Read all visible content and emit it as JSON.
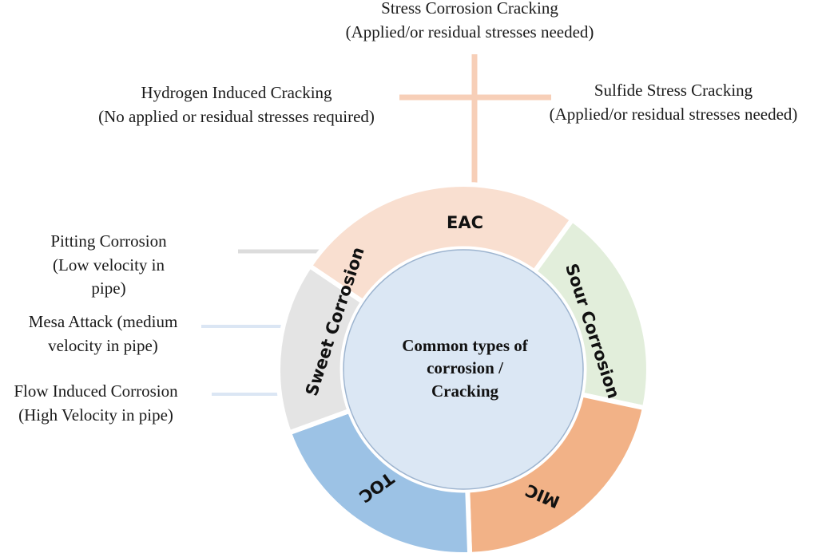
{
  "center": {
    "label_lines": [
      "Common types of",
      "corrosion /",
      "Cracking"
    ],
    "color": "#dbe7f4"
  },
  "segments": [
    {
      "key": "eac",
      "label": "EAC",
      "color": "#f9dfd0"
    },
    {
      "key": "sour",
      "label": "Sour Corrosion",
      "color": "#e2eedb"
    },
    {
      "key": "mic",
      "label": "MIC",
      "color": "#f2b287"
    },
    {
      "key": "toc",
      "label": "TOC",
      "color": "#9cc2e5"
    },
    {
      "key": "sweet",
      "label": "Sweet Corrosion",
      "color": "#e4e4e4"
    }
  ],
  "connector_colors": {
    "eac": "#f7cfb8",
    "sweet_gray": "#dcdcdc",
    "sweet_blue": "#dbe6f4"
  },
  "eac_branches": {
    "stress_corrosion": {
      "title": "Stress Corrosion Cracking",
      "note": "(Applied/or residual stresses needed)"
    },
    "hydrogen_induced": {
      "title": "Hydrogen Induced Cracking",
      "note": "(No applied or residual stresses required)"
    },
    "sulfide_stress": {
      "title": "Sulfide Stress Cracking",
      "note": "(Applied/or residual stresses needed)"
    }
  },
  "sweet_branches": {
    "pitting": {
      "lines": [
        "Pitting Corrosion",
        "(Low velocity in",
        "pipe)"
      ]
    },
    "mesa": {
      "lines": [
        "Mesa Attack (medium",
        "velocity in pipe)"
      ]
    },
    "flow": {
      "lines": [
        "Flow Induced Corrosion",
        "(High Velocity in pipe)"
      ]
    }
  }
}
